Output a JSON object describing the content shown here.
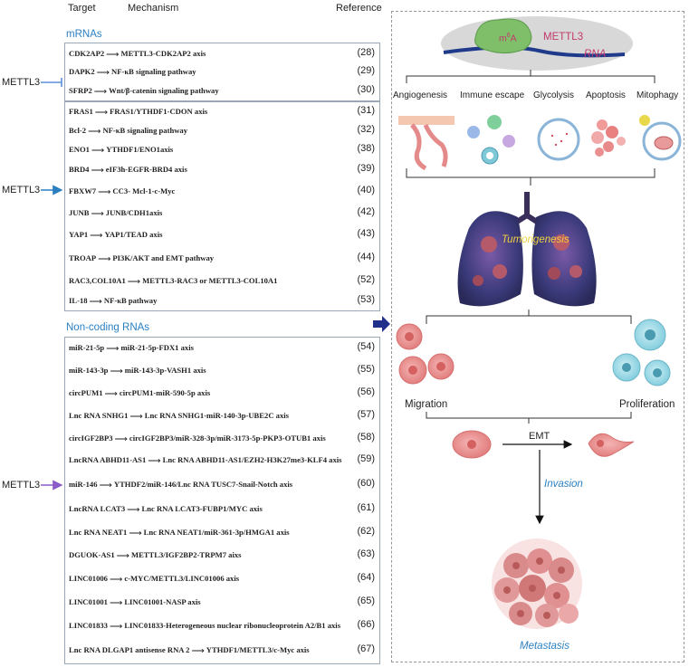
{
  "header": {
    "target": "Target",
    "mechanism": "Mechanism",
    "reference": "Reference"
  },
  "sections": {
    "mrnas": "mRNAs",
    "noncoding": "Non-coding RNAs"
  },
  "mettl3_label": "METTL3",
  "colors": {
    "inhibit": "#5b8fd8",
    "promote": "#2a7fc1",
    "noncoding": "#8a5cc8",
    "section": "#2a7fc1",
    "big_arrow": "#1f2f8a"
  },
  "group1": [
    {
      "target": "CDK2AP2",
      "mechanism": "METTL3-CDK2AP2 axis",
      "ref": "(28)"
    },
    {
      "target": "DAPK2",
      "mechanism": "NF-κB signaling pathway",
      "ref": "(29)"
    },
    {
      "target": "SFRP2",
      "mechanism": "Wnt/β-catenin signaling pathway",
      "ref": "(30)"
    }
  ],
  "group2": [
    {
      "target": "FRAS1",
      "mechanism": "FRAS1/YTHDF1-CDON axis",
      "ref": "(31)"
    },
    {
      "target": "Bcl-2",
      "mechanism": "NF-κB signaling pathway",
      "ref": "(32)"
    },
    {
      "target": "ENO1",
      "mechanism": "YTHDF1/ENO1axis",
      "ref": "(38)"
    },
    {
      "target": "BRD4",
      "mechanism": "eIF3h-EGFR-BRD4 axis",
      "ref": "(39)"
    },
    {
      "target": "FBXW7",
      "mechanism": "CC3- Mcl-1-c-Myc",
      "ref": "(40)"
    },
    {
      "target": "JUNB",
      "mechanism": "JUNB/CDH1axis",
      "ref": "(42)"
    },
    {
      "target": "YAP1",
      "mechanism": "YAP1/TEAD axis",
      "ref": "(43)"
    },
    {
      "target": "TROAP",
      "mechanism": "PI3K/AKT and EMT pathway",
      "ref": "(44)"
    },
    {
      "target": "RAC3,COL10A1",
      "mechanism": "METTL3-RAC3 or METTL3-COL10A1",
      "ref": "(52)"
    },
    {
      "target": "IL-18",
      "mechanism": "NF-κB pathway",
      "ref": "(53)"
    }
  ],
  "group3": [
    {
      "target": "miR-21-5p",
      "mechanism": "miR-21-5p-FDX1 axis",
      "ref": "(54)"
    },
    {
      "target": "miR-143-3p",
      "mechanism": "miR-143-3p-VASH1 axis",
      "ref": "(55)"
    },
    {
      "target": "circPUM1",
      "mechanism": "circPUM1-miR-590-5p axis",
      "ref": "(56)"
    },
    {
      "target": "Lnc RNA SNHG1",
      "mechanism": "Lnc RNA SNHG1-miR-140-3p-UBE2C axis",
      "ref": "(57)"
    },
    {
      "target": "circIGF2BP3",
      "mechanism": "circIGF2BP3/miR-328-3p/miR-3173-5p-PKP3-OTUB1 axis",
      "ref": "(58)"
    },
    {
      "target": "LncRNA ABHD11-AS1",
      "mechanism": "Lnc RNA ABHD11-AS1/EZH2-H3K27me3-KLF4 axis",
      "ref": "(59)"
    },
    {
      "target": "miR-146",
      "mechanism": "YTHDF2/miR-146/Lnc RNA TUSC7-Snail-Notch axis",
      "ref": "(60)"
    },
    {
      "target": "LncRNA LCAT3",
      "mechanism": "Lnc RNA LCAT3-FUBP1/MYC axis",
      "ref": "(61)"
    },
    {
      "target": "Lnc RNA NEAT1",
      "mechanism": "Lnc RNA NEAT1/miR-361-3p/HMGA1 axis",
      "ref": "(62)"
    },
    {
      "target": "DGUOK-AS1",
      "mechanism": "METTL3/IGF2BP2-TRPM7 aixs",
      "ref": "(63)"
    },
    {
      "target": "LINC01006",
      "mechanism": "c-MYC/METTL3/LINC01006 axis",
      "ref": "(64)"
    },
    {
      "target": "LINC01001",
      "mechanism": "LINC01001-NASP axis",
      "ref": "(65)"
    },
    {
      "target": "LINC01833",
      "mechanism": "LINC01833-Heterogeneous nuclear ribonucleoprotein A2/B1 axis",
      "ref": "(66)"
    },
    {
      "target": "Lnc RNA DLGAP1 antisense RNA 2",
      "mechanism": "YTHDF1/METTL3/c-Myc axis",
      "ref": "(67)"
    }
  ],
  "diagram": {
    "m6a_m": "m",
    "m6a_sup": "6",
    "m6a_a": "A",
    "mettl3": "METTL3",
    "rna": "RNA",
    "processes": [
      "Angiogenesis",
      "Immune escape",
      "Glycolysis",
      "Apoptosis",
      "Mitophagy"
    ],
    "tumorigenesis": "Tumorigenesis",
    "migration": "Migration",
    "proliferation": "Proliferation",
    "emt": "EMT",
    "invasion": "Invasion",
    "metastasis": "Metastasis"
  }
}
